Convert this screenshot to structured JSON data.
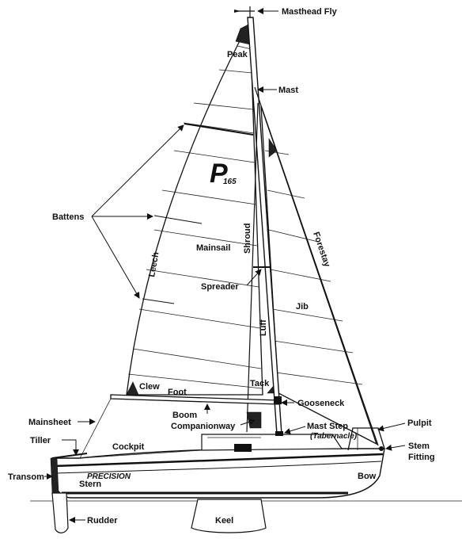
{
  "labels": {
    "masthead_fly": "Masthead Fly",
    "mast": "Mast",
    "peak": "Peak",
    "battens": "Battens",
    "leech": "Leech",
    "mainsail": "Mainsail",
    "shroud": "Shroud",
    "forestay": "Forestay",
    "spreader": "Spreader",
    "jib": "Jib",
    "luff": "Luff",
    "clew": "Clew",
    "tack": "Tack",
    "foot": "Foot",
    "gooseneck": "Gooseneck",
    "boom": "Boom",
    "companionway": "Companionway",
    "mainsheet": "Mainsheet",
    "mast_step": "Mast Step",
    "tabernacle": "(Tabernacle)",
    "pulpit": "Pulpit",
    "stem_fitting_1": "Stem",
    "stem_fitting_2": "Fitting",
    "tiller": "Tiller",
    "cockpit": "Cockpit",
    "transom": "Transom",
    "stern": "Stern",
    "bow": "Bow",
    "rudder": "Rudder",
    "keel": "Keel"
  },
  "logo": {
    "letter": "P",
    "number": "165",
    "hull_name": "PRECISION"
  }
}
